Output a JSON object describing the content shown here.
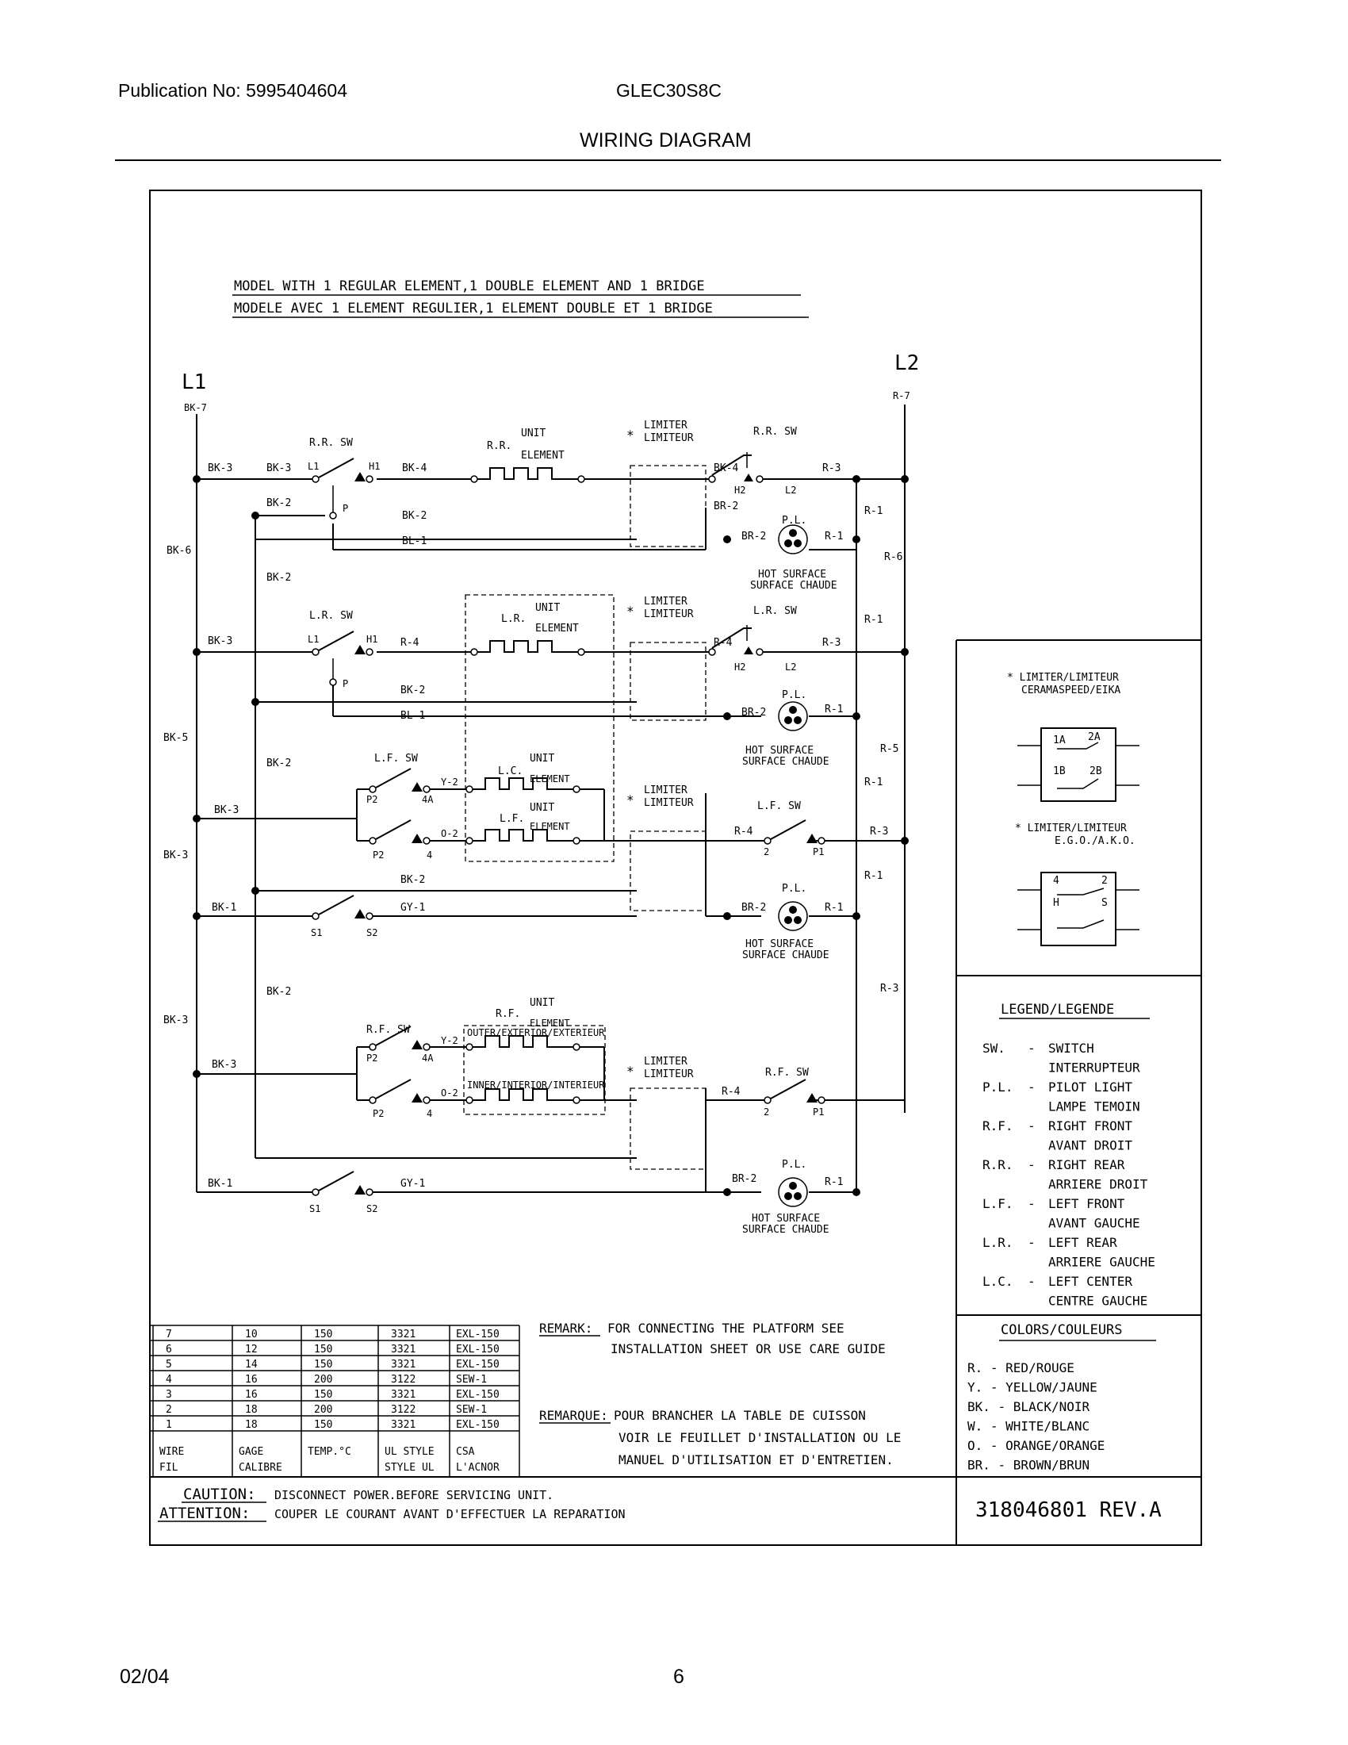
{
  "header": {
    "publication": "Publication No: 5995404604",
    "model": "GLEC30S8C",
    "title": "WIRING DIAGRAM"
  },
  "diagram": {
    "model_line_en": "MODEL WITH 1 REGULAR ELEMENT,1 DOUBLE ELEMENT AND 1 BRIDGE",
    "model_line_fr": "MODELE AVEC 1 ELEMENT REGULIER,1 ELEMENT DOUBLE ET 1 BRIDGE",
    "l1": "L1",
    "l2": "L2",
    "wire_labels": {
      "bk7": "BK-7",
      "bk6": "BK-6",
      "bk5": "BK-5",
      "bk3": "BK-3",
      "bk2": "BK-2",
      "bk1": "BK-1",
      "bk4": "BK-4",
      "bl1": "BL-1",
      "br2": "BR-2",
      "gy1": "GY-1",
      "r7": "R-7",
      "r6": "R-6",
      "r5": "R-5",
      "r4": "R-4",
      "r3": "R-3",
      "r1": "R-1",
      "y2": "Y-2",
      "o2": "O-2"
    },
    "terminals": {
      "l1": "L1",
      "l2": "L2",
      "h1": "H1",
      "h2": "H2",
      "p": "P",
      "p1": "P1",
      "p2": "P2",
      "t4a": "4A",
      "t4": "4",
      "t2": "2",
      "s1": "S1",
      "s2": "S2"
    },
    "components": {
      "rr_sw": "R.R. SW",
      "lr_sw": "L.R. SW",
      "lf_sw": "L.F. SW",
      "rf_sw": "R.F. SW",
      "rr": "R.R.",
      "lr": "L.R.",
      "lc": "L.C.",
      "lf": "L.F.",
      "rf": "R.F.",
      "unit": "UNIT",
      "element": "ELEMENT",
      "limiter": "LIMITER",
      "limiteur": "LIMITEUR",
      "star": "*",
      "pl": "P.L.",
      "hot_surface": "HOT SURFACE",
      "surface_chaude": "SURFACE CHAUDE",
      "outer": "OUTER/EXTERIOR/EXTERIEUR",
      "inner": "INNER/INTERIOR/INTERIEUR"
    },
    "limiter_panel": {
      "title1": "* LIMITER/LIMITEUR",
      "title1b": "CERAMASPEED/EIKA",
      "title2": "* LIMITER/LIMITEUR",
      "title2b": "E.G.O./A.K.O.",
      "t1a": "1A",
      "t2a": "2A",
      "t1b": "1B",
      "t2b": "2B",
      "t4": "4",
      "t2": "2",
      "th": "H",
      "ts": "S"
    },
    "legend": {
      "title": "LEGEND/LEGENDE",
      "items": [
        {
          "code": "SW.",
          "dash": "-",
          "text": "SWITCH"
        },
        {
          "code": "",
          "dash": "",
          "text": "INTERRUPTEUR"
        },
        {
          "code": "P.L.",
          "dash": "-",
          "text": "PILOT LIGHT"
        },
        {
          "code": "",
          "dash": "",
          "text": "LAMPE TEMOIN"
        },
        {
          "code": "R.F.",
          "dash": "-",
          "text": "RIGHT FRONT"
        },
        {
          "code": "",
          "dash": "",
          "text": "AVANT DROIT"
        },
        {
          "code": "R.R.",
          "dash": "-",
          "text": "RIGHT REAR"
        },
        {
          "code": "",
          "dash": "",
          "text": "ARRIERE DROIT"
        },
        {
          "code": "L.F.",
          "dash": "-",
          "text": "LEFT FRONT"
        },
        {
          "code": "",
          "dash": "",
          "text": "AVANT GAUCHE"
        },
        {
          "code": "L.R.",
          "dash": "-",
          "text": "LEFT REAR"
        },
        {
          "code": "",
          "dash": "",
          "text": "ARRIERE GAUCHE"
        },
        {
          "code": "L.C.",
          "dash": "-",
          "text": "LEFT CENTER"
        },
        {
          "code": "",
          "dash": "",
          "text": "CENTRE GAUCHE"
        }
      ]
    },
    "colors": {
      "title": "COLORS/COULEURS",
      "items": [
        "R.  - RED/ROUGE",
        "Y.  - YELLOW/JAUNE",
        "BK. - BLACK/NOIR",
        "W.  - WHITE/BLANC",
        "O.  - ORANGE/ORANGE",
        "BR. - BROWN/BRUN"
      ]
    },
    "wire_table": {
      "rows": [
        [
          "7",
          "10",
          "150",
          "3321",
          "EXL-150"
        ],
        [
          "6",
          "12",
          "150",
          "3321",
          "EXL-150"
        ],
        [
          "5",
          "14",
          "150",
          "3321",
          "EXL-150"
        ],
        [
          "4",
          "16",
          "200",
          "3122",
          "SEW-1"
        ],
        [
          "3",
          "16",
          "150",
          "3321",
          "EXL-150"
        ],
        [
          "2",
          "18",
          "200",
          "3122",
          "SEW-1"
        ],
        [
          "1",
          "18",
          "150",
          "3321",
          "EXL-150"
        ]
      ],
      "header": [
        [
          "WIRE",
          "FIL"
        ],
        [
          "GAGE",
          "CALIBRE"
        ],
        [
          "TEMP.°C",
          ""
        ],
        [
          "UL STYLE",
          "STYLE UL"
        ],
        [
          "CSA",
          "L'ACNOR"
        ]
      ]
    },
    "remark": {
      "label": "REMARK:",
      "line1": "FOR CONNECTING THE PLATFORM SEE",
      "line2": "INSTALLATION SHEET OR USE CARE GUIDE"
    },
    "remarque": {
      "label": "REMARQUE:",
      "line1": "POUR BRANCHER LA TABLE DE CUISSON",
      "line2": "VOIR LE FEUILLET D'INSTALLATION OU LE",
      "line3": "MANUEL D'UTILISATION ET D'ENTRETIEN."
    },
    "caution": {
      "label": "CAUTION:",
      "text": "DISCONNECT POWER.BEFORE SERVICING UNIT.",
      "label_fr": "ATTENTION:",
      "text_fr": "COUPER LE COURANT AVANT D'EFFECTUER LA REPARATION"
    },
    "part_number": "318046801 REV.A"
  },
  "footer": {
    "date": "02/04",
    "page": "6"
  }
}
